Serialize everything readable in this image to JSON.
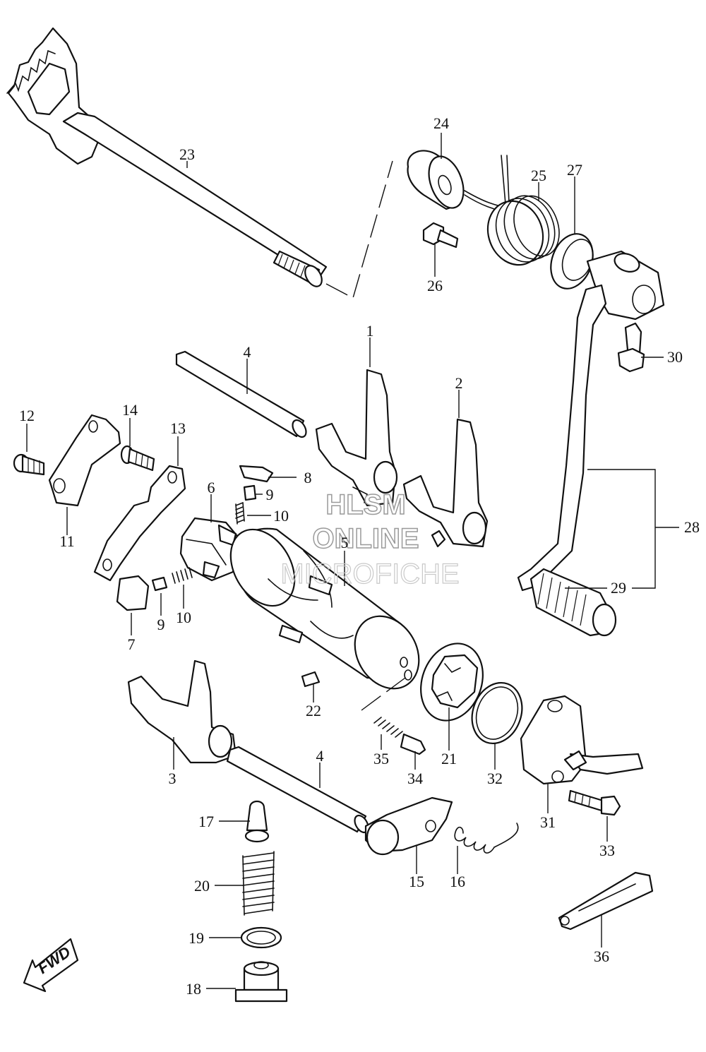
{
  "labels": {
    "p1": "1",
    "p2": "2",
    "p3": "3",
    "p4a": "4",
    "p4b": "4",
    "p5": "5",
    "p6": "6",
    "p7": "7",
    "p8": "8",
    "p9a": "9",
    "p9b": "9",
    "p10a": "10",
    "p10b": "10",
    "p11": "11",
    "p12": "12",
    "p13": "13",
    "p14": "14",
    "p15": "15",
    "p16": "16",
    "p17": "17",
    "p18": "18",
    "p19": "19",
    "p20": "20",
    "p21": "21",
    "p22": "22",
    "p23": "23",
    "p24": "24",
    "p25": "25",
    "p26": "26",
    "p27": "27",
    "p28": "28",
    "p29": "29",
    "p30": "30",
    "p31": "31",
    "p32": "32",
    "p33": "33",
    "p34": "34",
    "p35": "35",
    "p36": "36"
  },
  "watermark": {
    "line1": "HLSM",
    "line2": "ONLINE",
    "line3": "MICROFICHE"
  },
  "fwd_arrow": {
    "text": "FWD",
    "icon": "fwd-arrow-icon"
  }
}
